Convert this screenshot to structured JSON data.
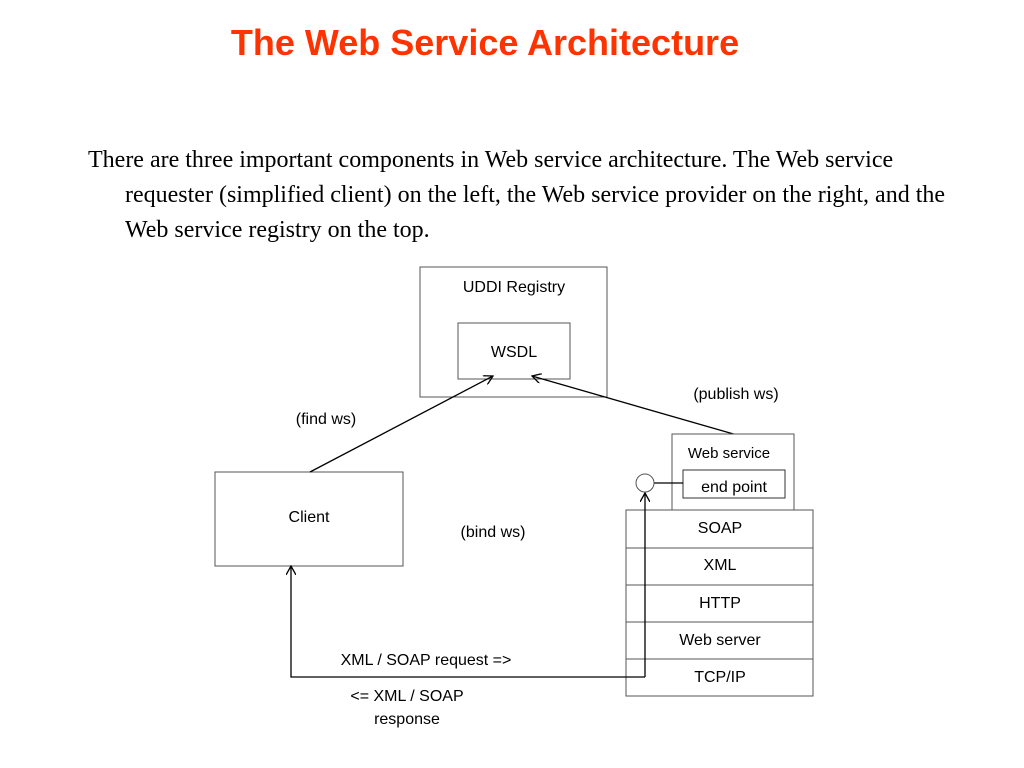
{
  "title": "The Web Service Architecture",
  "intro": "There are three important components in Web service architecture. The Web  service requester (simplified client) on the left, the Web  service provider on the right, and the Web  service registry on the top.",
  "diagram": {
    "registry_label": "UDDI Registry",
    "wsdl_label": "WSDL",
    "client_label": "Client",
    "find_label": "(find ws)",
    "publish_label": "(publish ws)",
    "bind_label": "(bind ws)",
    "web_service_label": "Web service",
    "end_point_label": "end point",
    "stack_layers": [
      "SOAP",
      "XML",
      "HTTP",
      "Web server",
      "TCP/IP"
    ],
    "request_label": "XML / SOAP request =>",
    "response_label_line1": "<= XML / SOAP",
    "response_label_line2": "response"
  }
}
